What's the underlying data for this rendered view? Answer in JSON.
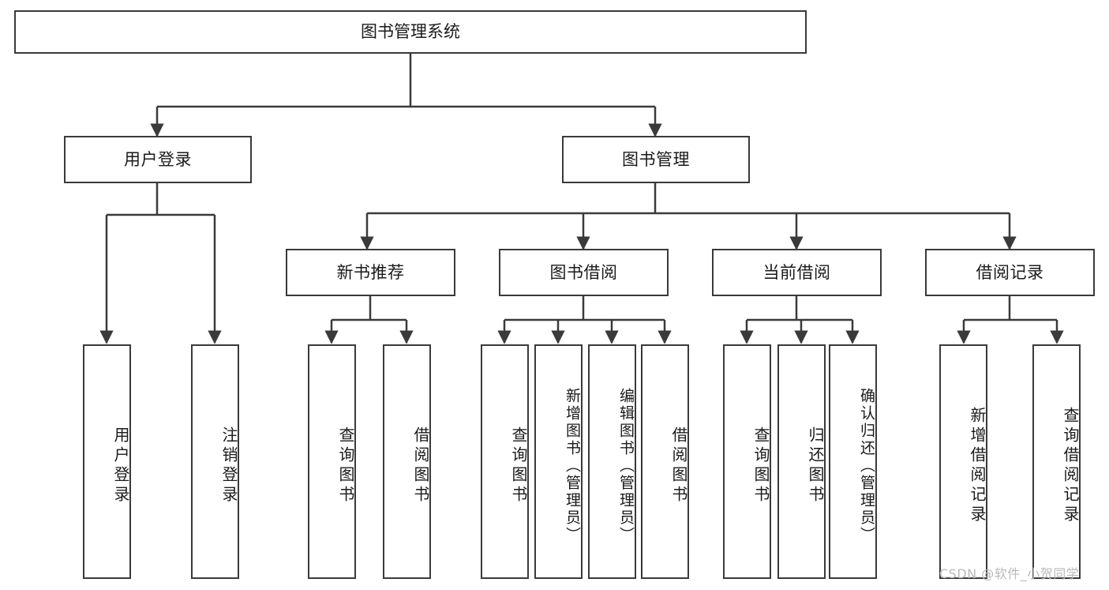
{
  "diagram": {
    "title": "图书管理系统",
    "type": "tree-hierarchy-chart",
    "stroke_color": "#3a3a3a",
    "fill_color": "#ffffff",
    "text_color": "#1a1a1a"
  },
  "nodes": {
    "root": {
      "label": "图书管理系统"
    },
    "level2": [
      {
        "label": "用户登录"
      },
      {
        "label": "图书管理"
      }
    ],
    "level3": [
      {
        "label": "新书推荐"
      },
      {
        "label": "图书借阅"
      },
      {
        "label": "当前借阅"
      },
      {
        "label": "借阅记录"
      }
    ],
    "leaves_user_login": [
      {
        "label": "用户登录"
      },
      {
        "label": "注销登录"
      }
    ],
    "leaves_new_book": [
      {
        "label": "查询图书"
      },
      {
        "label": "借阅图书"
      }
    ],
    "leaves_borrow": [
      {
        "label": "查询图书"
      },
      {
        "label": "新增图书（管理员）"
      },
      {
        "label": "编辑图书（管理员）"
      },
      {
        "label": "借阅图书"
      }
    ],
    "leaves_current": [
      {
        "label": "查询图书"
      },
      {
        "label": "归还图书"
      },
      {
        "label": "确认归还（管理员）"
      }
    ],
    "leaves_record": [
      {
        "label": "新增借阅记录"
      },
      {
        "label": "查询借阅记录"
      }
    ]
  },
  "watermark": {
    "text": "CSDN @软件_小贺同学"
  }
}
